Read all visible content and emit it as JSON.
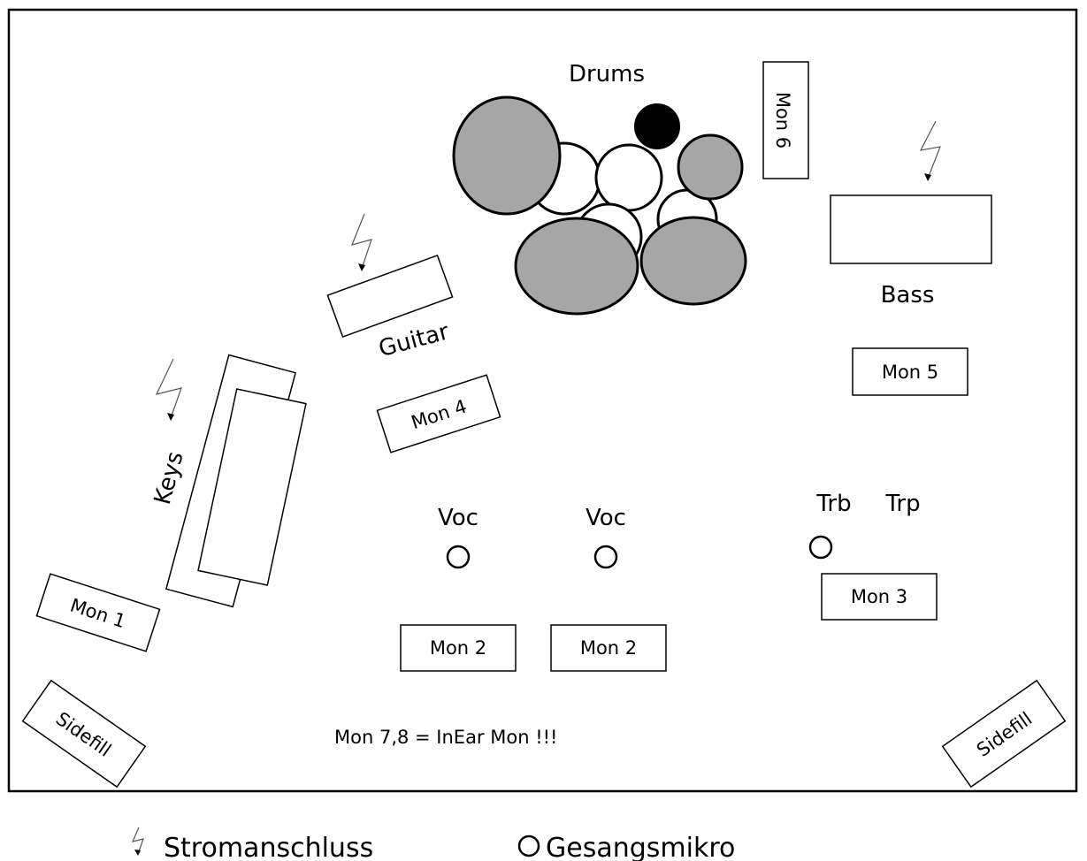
{
  "labels": {
    "drums": "Drums",
    "bass": "Bass",
    "guitar": "Guitar",
    "keys": "Keys",
    "voc_left": "Voc",
    "voc_right": "Voc",
    "trb": "Trb",
    "trp": "Trp"
  },
  "monitors": {
    "mon1": "Mon 1",
    "mon2_left": "Mon 2",
    "mon2_right": "Mon 2",
    "mon3": "Mon 3",
    "mon4": "Mon 4",
    "mon5": "Mon 5",
    "mon6": "Mon 6",
    "sidefill_left": "Sidefill",
    "sidefill_right": "Sidefill"
  },
  "note": "Mon 7,8 = InEar Mon !!!",
  "legend": {
    "power": "Stromanschluss",
    "mic": "Gesangsmikro"
  },
  "colors": {
    "drum_fill": "#a6a6a6",
    "cymbal_black": "#000000",
    "stroke": "#000000"
  }
}
